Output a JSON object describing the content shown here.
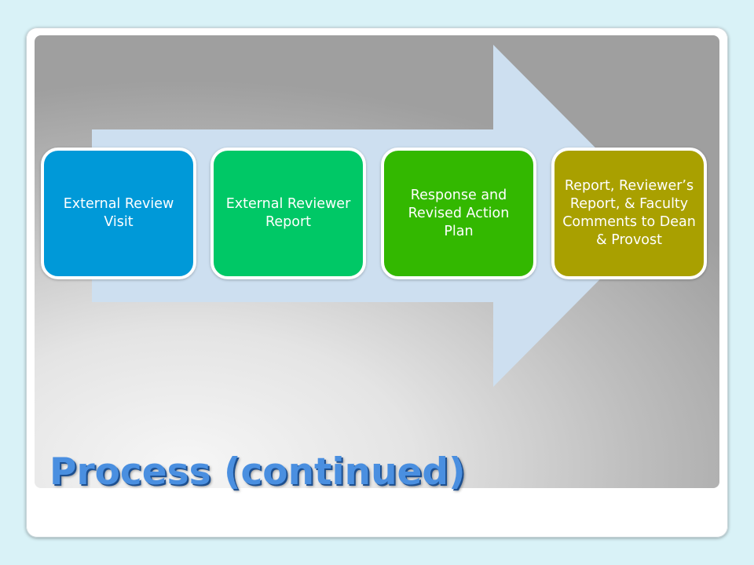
{
  "slide": {
    "title": "Process (continued)"
  },
  "diagram": {
    "arrow_color": "#cddff0",
    "steps": [
      {
        "label": "External Review Visit",
        "color": "#0099d8"
      },
      {
        "label": "External Reviewer Report",
        "color": "#00c866"
      },
      {
        "label": "Response and Revised Action Plan",
        "color": "#33b800"
      },
      {
        "label": "Report, Reviewer’s Report, & Faculty Comments to Dean & Provost",
        "color": "#a9a000"
      }
    ]
  }
}
